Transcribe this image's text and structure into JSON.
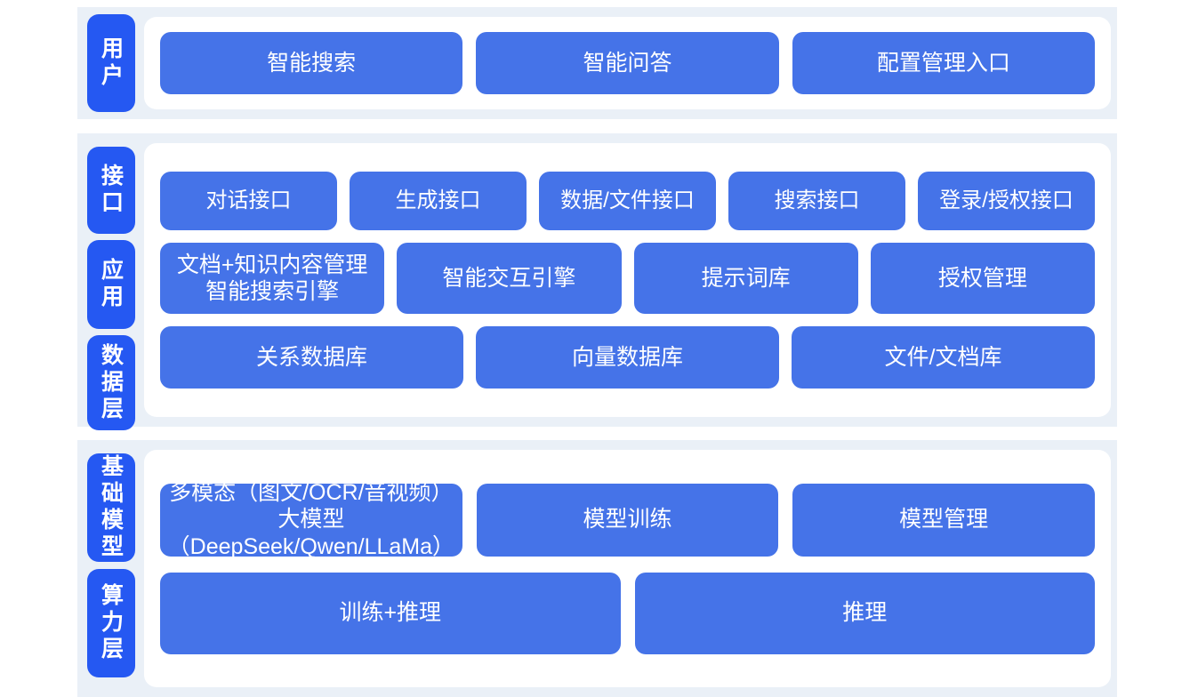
{
  "colors": {
    "page_background": "#ffffff",
    "band_background": "#eaf0f7",
    "card_background": "#ffffff",
    "tab_blue": "#2558f2",
    "box_blue": "#4573e8",
    "text_on_blue": "#ffffff"
  },
  "sections": [
    {
      "id": "user",
      "tabs": [
        {
          "label": "用户"
        }
      ],
      "rows": [
        {
          "id": "user-entries",
          "boxes": [
            {
              "label": "智能搜索"
            },
            {
              "label": "智能问答"
            },
            {
              "label": "配置管理入口"
            }
          ]
        }
      ]
    },
    {
      "id": "application",
      "tabs": [
        {
          "label": "接口"
        },
        {
          "label": "应用"
        },
        {
          "label": "数据层"
        }
      ],
      "rows": [
        {
          "id": "interface-row",
          "boxes": [
            {
              "label": "对话接口"
            },
            {
              "label": "生成接口"
            },
            {
              "label": "数据/文件接口"
            },
            {
              "label": "搜索接口"
            },
            {
              "label": "登录/授权接口"
            }
          ]
        },
        {
          "id": "application-row",
          "boxes": [
            {
              "line1": "文档+知识内容管理",
              "line2": "智能搜索引擎"
            },
            {
              "label": "智能交互引擎"
            },
            {
              "label": "提示词库"
            },
            {
              "label": "授权管理"
            }
          ]
        },
        {
          "id": "data-row",
          "boxes": [
            {
              "label": "关系数据库"
            },
            {
              "label": "向量数据库"
            },
            {
              "label": "文件/文档库"
            }
          ]
        }
      ]
    },
    {
      "id": "infrastructure",
      "tabs": [
        {
          "label": "基础模型"
        },
        {
          "label": "算力层"
        }
      ],
      "rows": [
        {
          "id": "model-row",
          "boxes": [
            {
              "line1": "多模态（图文/OCR/音视频）",
              "line2": "大模型（DeepSeek/Qwen/LLaMa）"
            },
            {
              "label": "模型训练"
            },
            {
              "label": "模型管理"
            }
          ]
        },
        {
          "id": "compute-row",
          "boxes": [
            {
              "label": "训练+推理"
            },
            {
              "label": "推理"
            }
          ]
        }
      ]
    }
  ]
}
